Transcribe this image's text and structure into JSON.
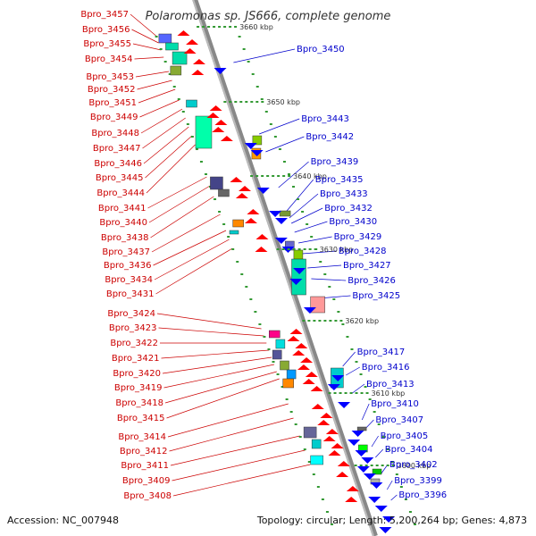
{
  "title": "Polaromonas sp. JS666, complete genome",
  "accession": "Accession: NC_007948",
  "topology": "Topology: circular; Length: 5,200,264 bp; Genes: 4,873",
  "colors": {
    "left_label": "#cc0000",
    "right_label": "#0000cc",
    "backbone": "#888888",
    "tick_dot": "#339933",
    "forward_arrow": "#ff0000",
    "reverse_arrow": "#0000ff"
  },
  "kbp_labels": [
    "3660 kbp",
    "3650 kbp",
    "3640 kbp",
    "3630 kbp",
    "3620 kbp",
    "3610 kbp",
    "3600 kbp"
  ],
  "left_labels": [
    "Bpro_3457",
    "Bpro_3456",
    "Bpro_3455",
    "Bpro_3454",
    "Bpro_3453",
    "Bpro_3452",
    "Bpro_3451",
    "Bpro_3449",
    "Bpro_3448",
    "Bpro_3447",
    "Bpro_3446",
    "Bpro_3445",
    "Bpro_3444",
    "Bpro_3441",
    "Bpro_3440",
    "Bpro_3438",
    "Bpro_3437",
    "Bpro_3436",
    "Bpro_3434",
    "Bpro_3431",
    "Bpro_3424",
    "Bpro_3423",
    "Bpro_3422",
    "Bpro_3421",
    "Bpro_3420",
    "Bpro_3419",
    "Bpro_3418",
    "Bpro_3415",
    "Bpro_3414",
    "Bpro_3412",
    "Bpro_3411",
    "Bpro_3409",
    "Bpro_3408"
  ],
  "right_labels": [
    "Bpro_3450",
    "Bpro_3443",
    "Bpro_3442",
    "Bpro_3439",
    "Bpro_3435",
    "Bpro_3433",
    "Bpro_3432",
    "Bpro_3430",
    "Bpro_3429",
    "Bpro_3428",
    "Bpro_3427",
    "Bpro_3426",
    "Bpro_3425",
    "Bpro_3417",
    "Bpro_3416",
    "Bpro_3413",
    "Bpro_3410",
    "Bpro_3407",
    "Bpro_3405",
    "Bpro_3404",
    "Bpro_3402",
    "Bpro_3399",
    "Bpro_3396"
  ]
}
